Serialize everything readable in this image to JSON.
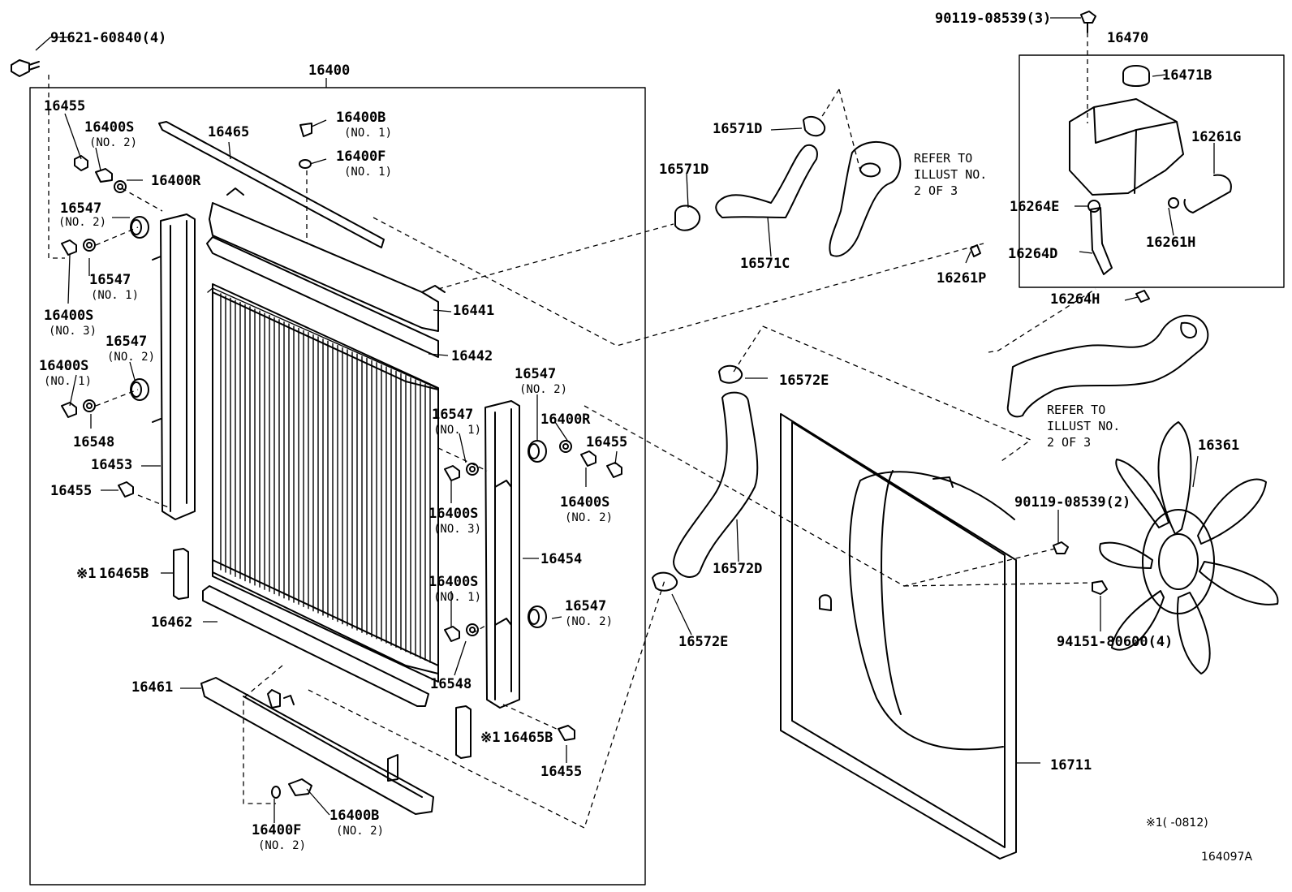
{
  "labels": {
    "p91621": "91621-60840(4)",
    "p16400": "16400",
    "p16455a": "16455",
    "p16400s_2a": "16400S",
    "no2_a": "(NO. 2)",
    "p16465": "16465",
    "p16400b_1": "16400B",
    "no1_b1": "(NO. 1)",
    "p16400f_1": "16400F",
    "no1_f1": "(NO. 1)",
    "p16400r_a": "16400R",
    "p16547_a": "16547",
    "no2_547a": "(NO. 2)",
    "p16547_b": "16547",
    "no1_547b": "(NO. 1)",
    "p16400s_3a": "16400S",
    "no3_a": "(NO. 3)",
    "p16547_c": "16547",
    "no2_547c": "(NO. 2)",
    "p16400s_1a": "16400S",
    "no1_s1a": "(NO. 1)",
    "p16548_a": "16548",
    "p16453": "16453",
    "p16455b": "16455",
    "p16441": "16441",
    "p16442": "16442",
    "p16547_d": "16547",
    "no2_547d": "(NO. 2)",
    "p16547_e": "16547",
    "no1_547e": "(NO. 1)",
    "p16400r_b": "16400R",
    "p16455c": "16455",
    "p16400s_3b": "16400S",
    "no3_b": "(NO. 3)",
    "p16400s_2b": "16400S",
    "no2_b": "(NO. 2)",
    "p16454": "16454",
    "p16465b_a": "16465B",
    "p16462": "16462",
    "p16400s_1b": "16400S",
    "no1_s1b": "(NO. 1)",
    "p16547_f": "16547",
    "no2_547f": "(NO. 2)",
    "p16548_b": "16548",
    "p16461": "16461",
    "p16465b_b": "16465B",
    "p16455d": "16455",
    "p16400f_2": "16400F",
    "no2_f2": "(NO. 2)",
    "p16400b_2": "16400B",
    "no2_b2": "(NO. 2)",
    "p16571d_a": "16571D",
    "p16571d_b": "16571D",
    "p16571c": "16571C",
    "ref1_l1": "REFER TO",
    "ref1_l2": "ILLUST NO.",
    "ref1_l3": "2 OF 3",
    "p90119_3": "90119-08539(3)",
    "p16470": "16470",
    "p16471b": "16471B",
    "p16261g": "16261G",
    "p16264e": "16264E",
    "p16261h": "16261H",
    "p16264d": "16264D",
    "p16261p": "16261P",
    "p16264h": "16264H",
    "p16572e_a": "16572E",
    "p16572d": "16572D",
    "p16572e_b": "16572E",
    "ref2_l1": "REFER TO",
    "ref2_l2": "ILLUST NO.",
    "ref2_l3": "2 OF 3",
    "p16361": "16361",
    "p90119_2": "90119-08539(2)",
    "p94151": "94151-80600(4)",
    "p16711": "16711",
    "mark1": "※1",
    "mark2": "※1",
    "footnote": "※1(    -0812)",
    "figure_id": "164097A"
  }
}
